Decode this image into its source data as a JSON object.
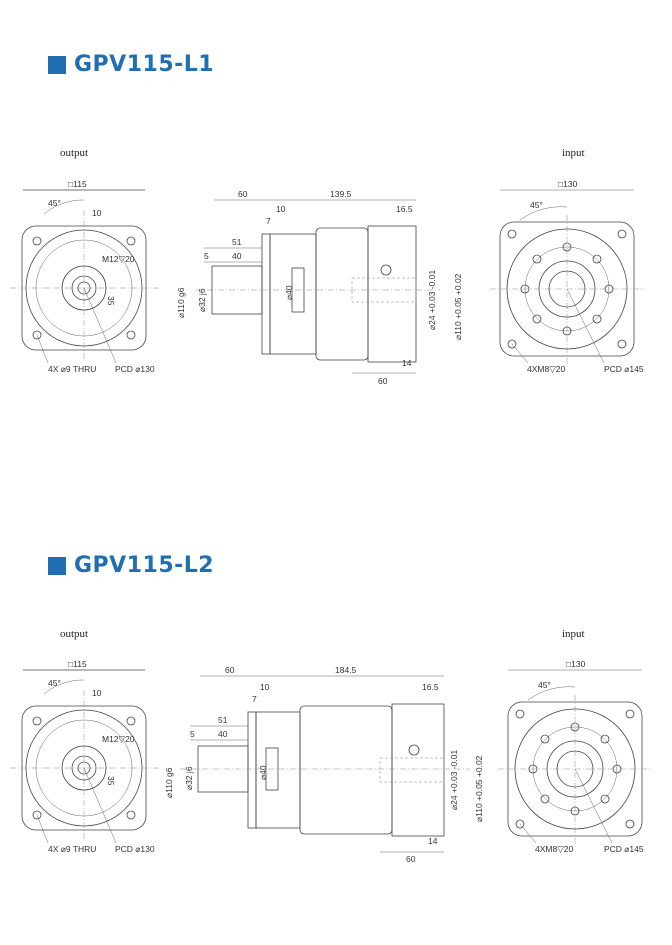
{
  "sections": [
    {
      "title": "GPV115-L1",
      "output_label": "output",
      "input_label": "input",
      "output_view": {
        "square": "□115",
        "angle": "45°",
        "key_width": "10",
        "tap": "M12▽20",
        "key_height": "35",
        "holes": "4X ⌀9 THRU",
        "pcd": "PCD ⌀130"
      },
      "side_view": {
        "shaft_len": "60",
        "total_len": "139.5",
        "flange_ofs": "16.5",
        "d10": "10",
        "d7": "7",
        "d51": "51",
        "d5": "5",
        "d40": "40",
        "pilot": "⌀110 g6",
        "shaft_dia": "⌀32 j6",
        "boss_dia": "⌀40",
        "bore": "⌀24 +0.03 -0.01",
        "input_pilot": "⌀110 +0.05 +0.02",
        "d14": "14",
        "d60": "60"
      },
      "input_view": {
        "square": "□130",
        "angle": "45°",
        "holes": "4XM8▽20",
        "pcd": "PCD ⌀145"
      }
    },
    {
      "title": "GPV115-L2",
      "output_label": "output",
      "input_label": "input",
      "output_view": {
        "square": "□115",
        "angle": "45°",
        "key_width": "10",
        "tap": "M12▽20",
        "key_height": "35",
        "holes": "4X ⌀9 THRU",
        "pcd": "PCD ⌀130"
      },
      "side_view": {
        "shaft_len": "60",
        "total_len": "184.5",
        "flange_ofs": "16.5",
        "d10": "10",
        "d7": "7",
        "d51": "51",
        "d5": "5",
        "d40": "40",
        "pilot": "⌀110 g6",
        "shaft_dia": "⌀32 j6",
        "boss_dia": "⌀40",
        "bore": "⌀24 +0.03 -0.01",
        "input_pilot": "⌀110 +0.05 +0.02",
        "d14": "14",
        "d60": "60"
      },
      "input_view": {
        "square": "□130",
        "angle": "45°",
        "holes": "4XM8▽20",
        "pcd": "PCD ⌀145"
      }
    }
  ]
}
